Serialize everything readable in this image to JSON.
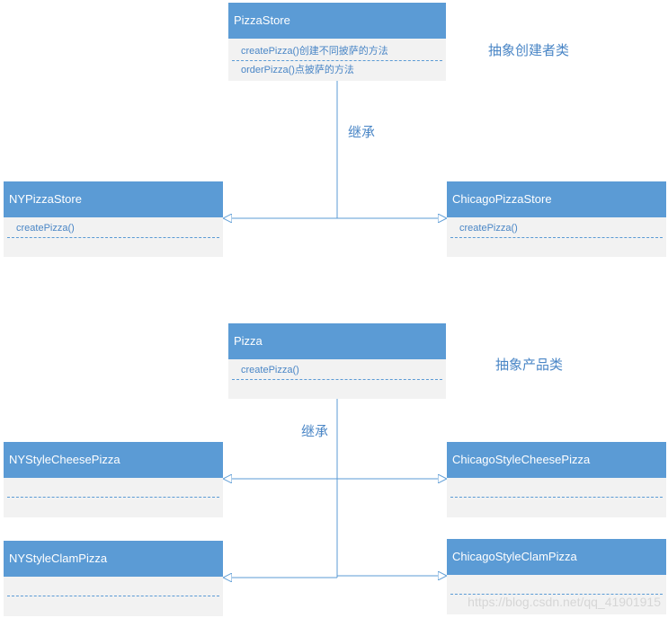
{
  "diagram1": {
    "parent": {
      "name": "PizzaStore",
      "methods": [
        "createPizza()创建不同披萨的方法",
        "orderPizza()点披萨的方法"
      ]
    },
    "children": [
      {
        "name": "NYPizzaStore",
        "methods": [
          "createPizza()"
        ]
      },
      {
        "name": "ChicagoPizzaStore",
        "methods": [
          "createPizza()"
        ]
      }
    ],
    "relation_label": "继承",
    "note": "抽象创建者类"
  },
  "diagram2": {
    "parent": {
      "name": "Pizza",
      "methods": [
        "createPizza()"
      ]
    },
    "children": [
      {
        "name": "NYStyleCheesePizza"
      },
      {
        "name": "ChicagoStyleCheesePizza"
      },
      {
        "name": "NYStyleClamPizza"
      },
      {
        "name": "ChicagoStyleClamPizza"
      }
    ],
    "relation_label": "继承",
    "note": "抽象产品类"
  },
  "watermark": "https://blog.csdn.net/qq_41901915",
  "colors": {
    "header": "#5b9bd5",
    "body": "#f2f2f2",
    "text": "#4a86c6",
    "line": "#5b9bd5"
  }
}
